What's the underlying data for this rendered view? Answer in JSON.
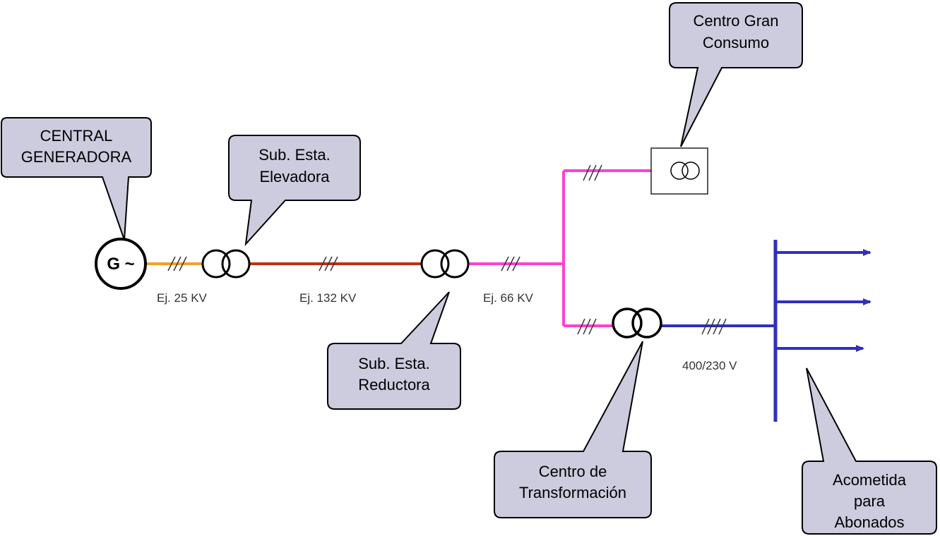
{
  "callouts": {
    "central": {
      "line1": "CENTRAL",
      "line2": "GENERADORA"
    },
    "elevadora": {
      "line1": "Sub. Esta.",
      "line2": "Elevadora"
    },
    "reductora": {
      "line1": "Sub. Esta.",
      "line2": "Reductora"
    },
    "gran_consumo": {
      "line1": "Centro Gran",
      "line2": "Consumo"
    },
    "transformacion": {
      "line1": "Centro de",
      "line2": "Transformación"
    },
    "acometida": {
      "line1": "Acometida",
      "line2": "para",
      "line3": "Abonados"
    }
  },
  "generator": {
    "symbol": "G ~"
  },
  "voltages": {
    "v25": "Ej. 25 KV",
    "v132": "Ej. 132 KV",
    "v66": "Ej. 66 KV",
    "v400": "400/230 V"
  },
  "colors": {
    "line_25kv": "#f0a030",
    "line_132kv": "#c03010",
    "line_66kv": "#ff40d0",
    "line_lv": "#3030b8",
    "callout_fill": "#ccccde"
  }
}
